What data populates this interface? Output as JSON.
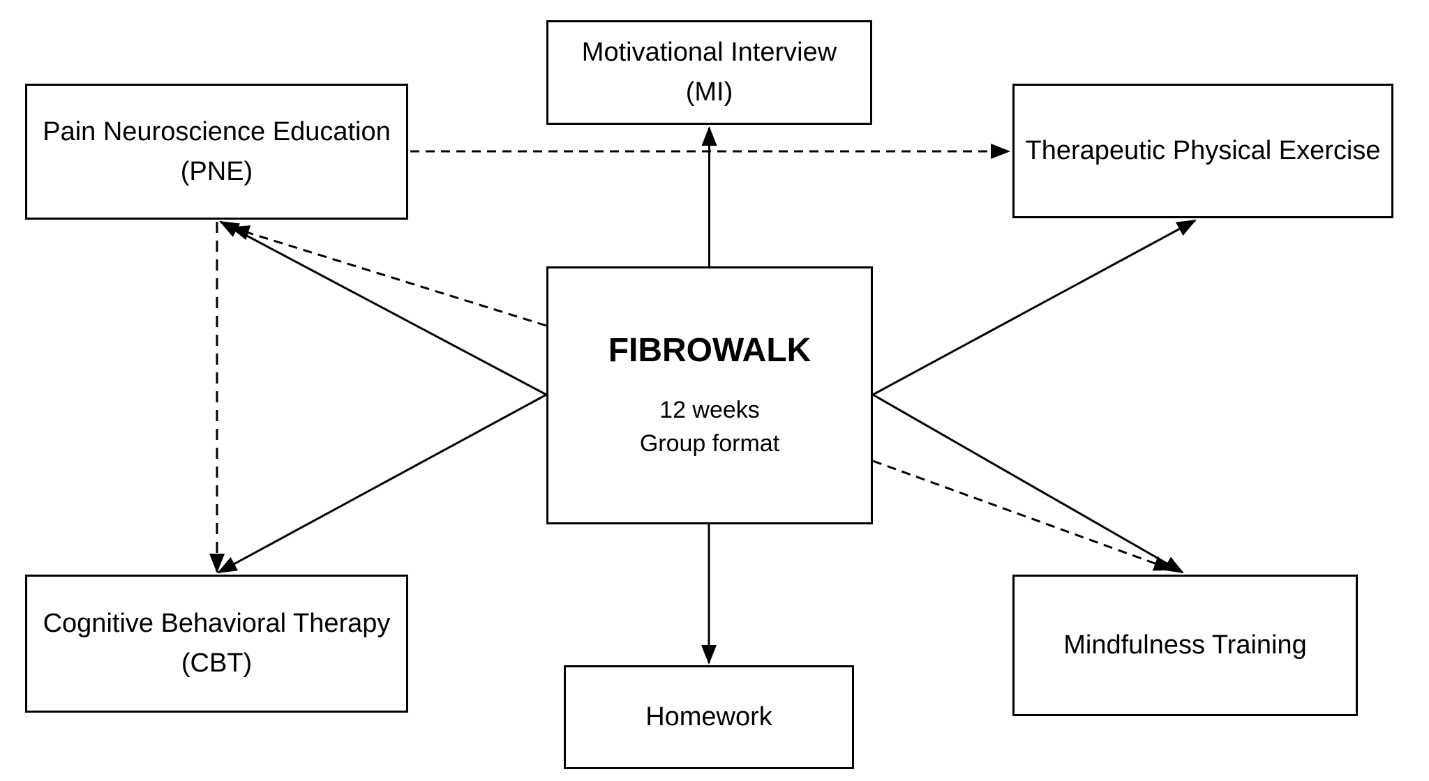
{
  "nodes": {
    "pne": {
      "line1": "Pain Neuroscience Education",
      "line2": "(PNE)"
    },
    "mi": {
      "line1": "Motivational Interview",
      "line2": "(MI)"
    },
    "tpe": {
      "line1": "Therapeutic Physical Exercise"
    },
    "fibrowalk": {
      "title": "FIBROWALK",
      "detail1": "12 weeks",
      "detail2": "Group format"
    },
    "cbt": {
      "line1": "Cognitive Behavioral Therapy",
      "line2": "(CBT)"
    },
    "homework": {
      "line1": "Homework"
    },
    "mindfulness": {
      "line1": "Mindfulness Training"
    }
  },
  "edges": [
    {
      "from": "fibrowalk",
      "to": "motivational-interview",
      "style": "solid"
    },
    {
      "from": "fibrowalk",
      "to": "homework",
      "style": "solid"
    },
    {
      "from": "fibrowalk",
      "to": "pain-neuroscience-education",
      "style": "solid"
    },
    {
      "from": "fibrowalk",
      "to": "pain-neuroscience-education",
      "style": "dashed"
    },
    {
      "from": "fibrowalk",
      "to": "cognitive-behavioral-therapy",
      "style": "solid"
    },
    {
      "from": "fibrowalk",
      "to": "therapeutic-physical-exercise",
      "style": "solid"
    },
    {
      "from": "fibrowalk",
      "to": "mindfulness-training",
      "style": "solid"
    },
    {
      "from": "fibrowalk",
      "to": "mindfulness-training",
      "style": "dashed"
    },
    {
      "from": "pain-neuroscience-education",
      "to": "therapeutic-physical-exercise",
      "style": "dashed"
    },
    {
      "from": "pain-neuroscience-education",
      "to": "cognitive-behavioral-therapy",
      "style": "dashed"
    }
  ],
  "colors": {
    "stroke": "#000000",
    "background": "#ffffff"
  }
}
